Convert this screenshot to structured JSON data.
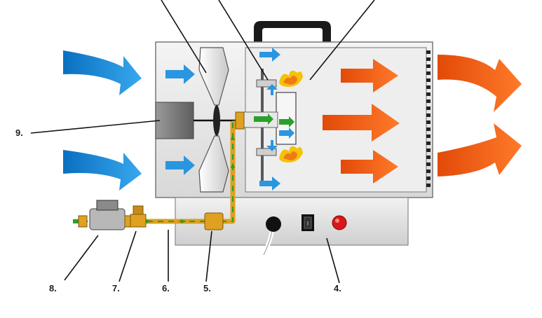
{
  "diagram": {
    "title": "",
    "callouts": [
      {
        "id": "c9",
        "label": "9."
      },
      {
        "id": "c8",
        "label": "8."
      },
      {
        "id": "c7",
        "label": "7."
      },
      {
        "id": "c6",
        "label": "6."
      },
      {
        "id": "c5",
        "label": "5."
      },
      {
        "id": "c4",
        "label": "4."
      }
    ],
    "caption": "",
    "colors": {
      "cold_air": "#1e8fd8",
      "hot_air": "#f05a12",
      "gas_flow": "#2aa02a",
      "gas_pipe": "#e0a020",
      "housing": "#e6e6e6",
      "handle": "#1a1a1a",
      "indicator": "#d81818"
    },
    "icons": [
      "fan-icon",
      "motor-icon",
      "burner-icon",
      "flame-icon",
      "switch-icon",
      "indicator-lamp-icon",
      "pressure-regulator-icon",
      "valve-icon",
      "power-cord-icon"
    ]
  }
}
